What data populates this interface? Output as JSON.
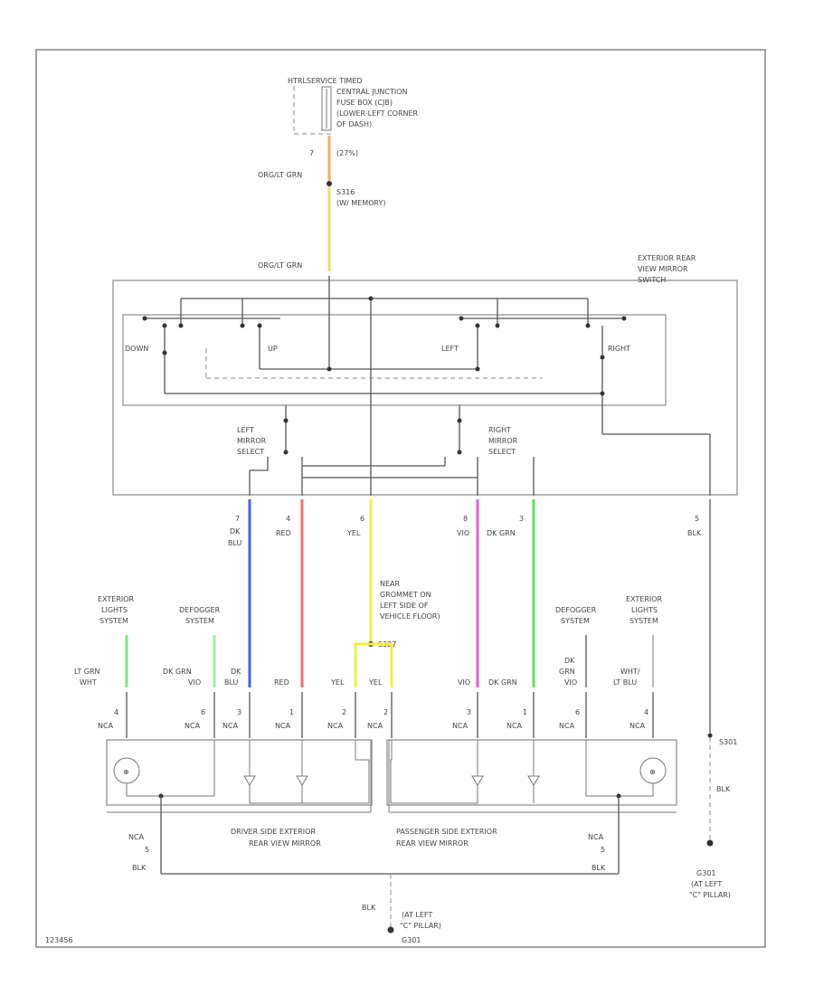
{
  "fuse_block": {
    "label": "HTRLSERVICE TIMED",
    "desc": [
      "CENTRAL JUNCTION",
      "FUSE BOX (CJB)",
      "(LOWER-LEFT CORNER",
      "OF DASH)"
    ],
    "tag_a": "FUSE BOX (CJB)",
    "fuse": "7",
    "fuse_amp": "(27%)"
  },
  "feed": {
    "wire_top": "ORG/LT GRN",
    "splice": "S316",
    "splice_desc": "(W/ MEMORY)",
    "wire_switch": "ORG/LT GRN"
  },
  "switch_box": {
    "title": [
      "EXTERIOR REAR",
      "VIEW MIRROR",
      "SWITCH"
    ],
    "down": "DOWN",
    "up": "UP",
    "left": "LEFT",
    "right": "RIGHT",
    "left_select": [
      "LEFT",
      "MIRROR",
      "SELECT"
    ],
    "right_select": [
      "RIGHT",
      "MIRROR",
      "SELECT"
    ]
  },
  "switch_pins": [
    {
      "pin": "7",
      "wire": "DK BLU",
      "color": "#4a5fe0"
    },
    {
      "pin": "4",
      "wire": "RED",
      "color": "#f07070"
    },
    {
      "pin": "6",
      "wire": "YEL",
      "color": "#f0f040"
    },
    {
      "pin": "8",
      "wire": "VIO",
      "color": "#e060e8"
    },
    {
      "pin": "3",
      "wire": "DK GRN",
      "color": "#60e060"
    },
    {
      "pin": "5",
      "wire": "BLK",
      "color": "#777777"
    }
  ],
  "grommet": [
    "NEAR",
    "GROMMET ON",
    "LEFT SIDE OF",
    "VEHICLE FLOOR)"
  ],
  "grommet_splice": "S327",
  "left_systems": {
    "ext_lights": [
      "EXTERIOR",
      "LIGHTS",
      "SYSTEM"
    ],
    "defogger": [
      "DEFOGGER",
      "SYSTEM"
    ]
  },
  "right_systems": {
    "defogger": [
      "DEFOGGER",
      "SYSTEM"
    ],
    "ext_lights": [
      "EXTERIOR",
      "LIGHTS",
      "SYSTEM"
    ]
  },
  "driver_mirror_pins": [
    {
      "wire": [
        "LT GRN",
        "WHT"
      ],
      "pin": "4",
      "conn": "NCA"
    },
    {
      "wire": [
        "DK GRN",
        "VIO"
      ],
      "pin": "6",
      "conn": "NCA"
    },
    {
      "wire": [
        "DK",
        "BLU"
      ],
      "pin": "3",
      "conn": "NCA"
    },
    {
      "wire": [
        "RED"
      ],
      "pin": "1",
      "conn": "NCA"
    },
    {
      "wire": [
        "YEL"
      ],
      "pin": "2",
      "conn": "NCA"
    }
  ],
  "pass_mirror_pins": [
    {
      "wire": [
        "YEL"
      ],
      "pin": "2",
      "conn": "NCA"
    },
    {
      "wire": [
        "VIO"
      ],
      "pin": "3",
      "conn": "NCA"
    },
    {
      "wire": [
        "DK GRN"
      ],
      "pin": "1",
      "conn": "NCA"
    },
    {
      "wire": [
        "DK",
        "GRN",
        "VIO"
      ],
      "pin": "6",
      "conn": "NCA"
    },
    {
      "wire": [
        "WHT/",
        "LT BLU"
      ],
      "pin": "4",
      "conn": "NCA"
    }
  ],
  "driver_mirror": [
    "DRIVER SIDE EXTERIOR",
    "REAR VIEW MIRROR"
  ],
  "pass_mirror": [
    "PASSENGER SIDE EXTERIOR",
    "REAR VIEW MIRROR"
  ],
  "ground_left": {
    "conn": "NCA",
    "pin": "5",
    "wire": "BLK"
  },
  "ground_right": {
    "conn": "NCA",
    "pin": "5",
    "wire": "BLK"
  },
  "ground_bottom": {
    "wire": "BLK",
    "loc": [
      "(AT LEFT",
      "\"C\" PILLAR)"
    ],
    "id": "G301"
  },
  "ground_right_splice": {
    "id": "S301",
    "wire": "BLK",
    "gid": "G301",
    "loc": [
      "(AT LEFT",
      "\"C\" PILLAR)"
    ]
  },
  "figure_id": "123456"
}
